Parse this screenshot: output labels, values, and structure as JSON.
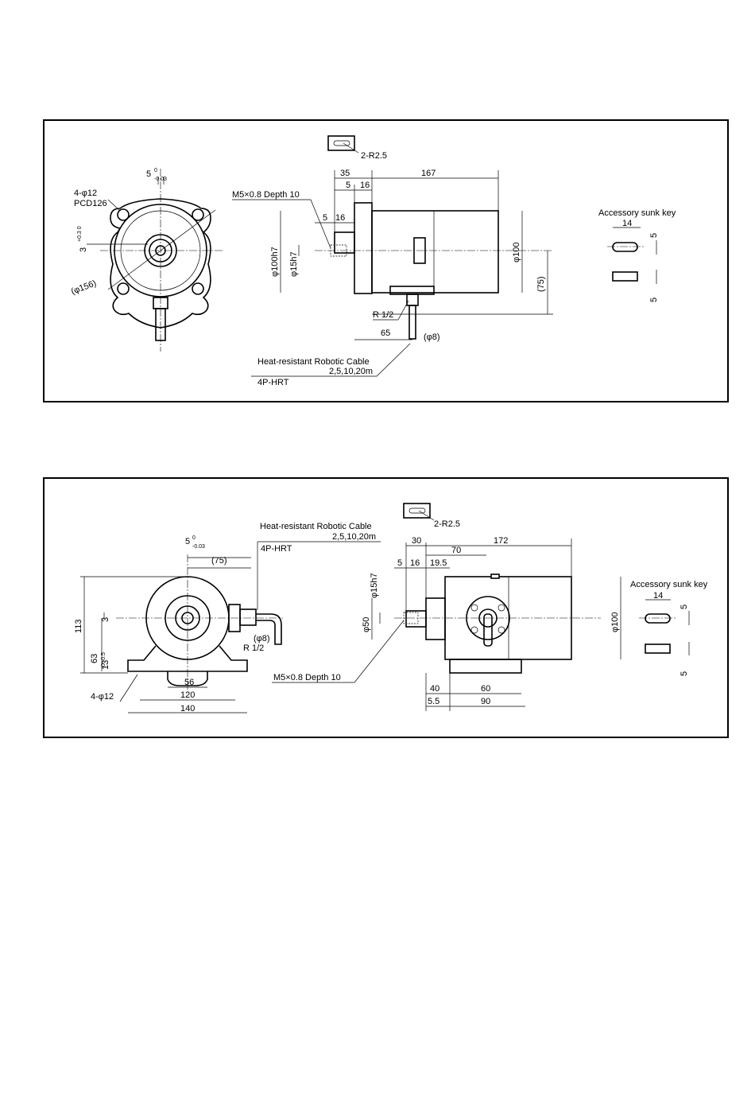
{
  "flange_type": {
    "key_detail": {
      "radius": "2-R2.5"
    },
    "dims": {
      "d35": "35",
      "d167": "167",
      "d5": "5",
      "d16": "16",
      "d5_inner": "5",
      "d16_inner": "16",
      "d65": "65",
      "key_width_tol": "5",
      "phi12": "4-φ12",
      "pcd": "PCD126",
      "phi156": "(φ156)",
      "offset3": "3",
      "phi100h7": "φ100h7",
      "phi15h7": "φ15h7",
      "phi100": "φ100",
      "d75": "(75)",
      "phi8": "(φ8)",
      "r12": "R 1/2"
    },
    "tapped_hole": "M5×0.8 Depth 10",
    "cable": {
      "name": "Heat-resistant Robotic Cable",
      "lengths": "2,5,10,20m",
      "code": "4P-HRT"
    },
    "accessory": {
      "title": "Accessory sunk key",
      "length": "14",
      "width": "5",
      "height": "5"
    }
  },
  "foot_type": {
    "key_detail": {
      "radius": "2-R2.5"
    },
    "cable": {
      "name": "Heat-resistant Robotic Cable",
      "lengths": "2,5,10,20m",
      "code": "4P-HRT"
    },
    "dims": {
      "d30": "30",
      "d172": "172",
      "d70": "70",
      "d5": "5",
      "d16": "16",
      "d19_5": "19.5",
      "key_width_tol": "5",
      "d75": "(75)",
      "h113": "113",
      "offset3": "3",
      "h63": "63",
      "h13": "13",
      "phi8": "(φ8)",
      "r12": "R 1/2",
      "d56": "56",
      "d120": "120",
      "d140": "140",
      "phi12": "4-φ12",
      "phi15h7": "φ15h7",
      "phi50": "φ50",
      "phi100": "φ100",
      "d40": "40",
      "d60": "60",
      "d5_5": "5.5",
      "d90": "90"
    },
    "tapped_hole": "M5×0.8 Depth 10",
    "accessory": {
      "title": "Accessory sunk key",
      "length": "14",
      "width": "5",
      "height": "5"
    }
  }
}
